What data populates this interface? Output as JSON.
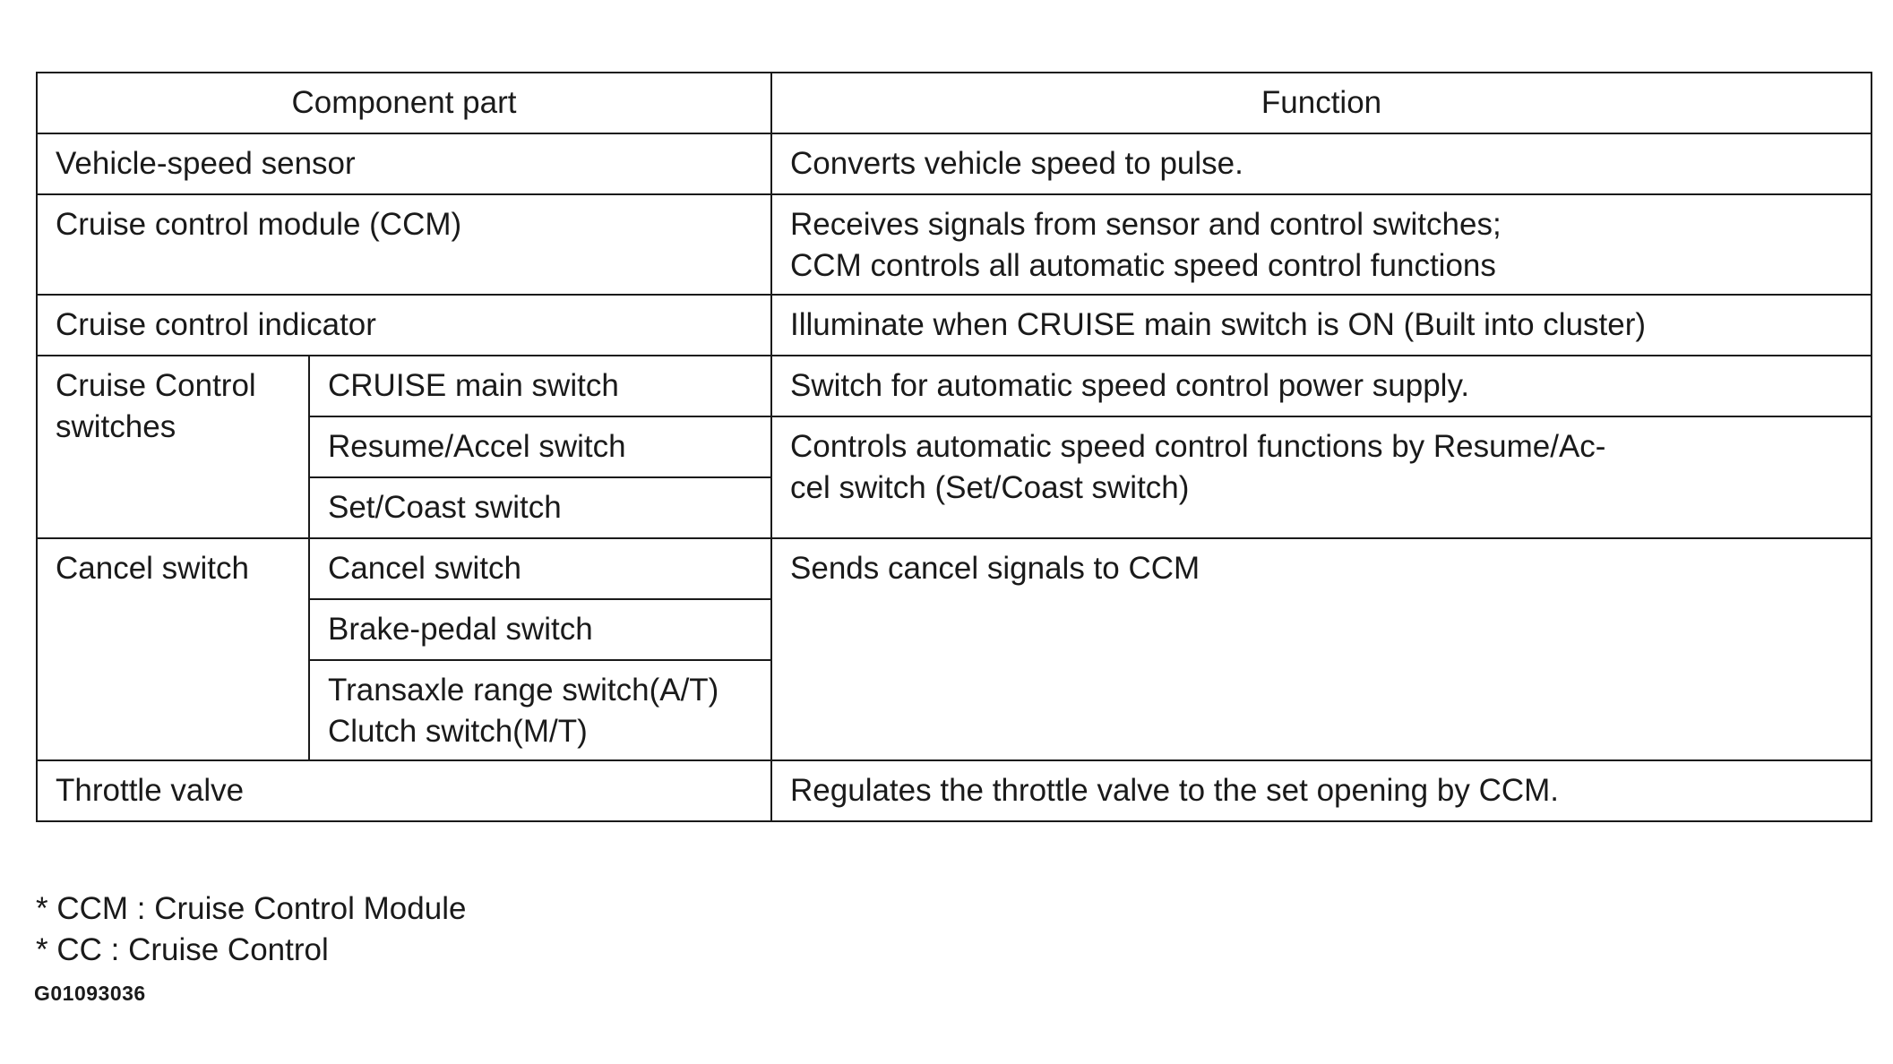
{
  "table": {
    "headers": {
      "component": "Component part",
      "function": "Function"
    },
    "rows": {
      "vehicle_speed_sensor": {
        "part": "Vehicle-speed sensor",
        "function": "Converts vehicle speed to pulse."
      },
      "ccm": {
        "part": "Cruise control module (CCM)",
        "function_line1": "Receives signals from sensor and control switches;",
        "function_line2": "CCM controls all automatic speed control functions"
      },
      "indicator": {
        "part": "Cruise control indicator",
        "function": "Illuminate when CRUISE main switch is ON (Built into cluster)"
      },
      "cc_switches": {
        "group_line1": "Cruise Control",
        "group_line2": "switches",
        "main_switch": "CRUISE main switch",
        "main_switch_function": "Switch for automatic speed control power supply.",
        "resume_switch": "Resume/Accel switch",
        "set_switch": "Set/Coast switch",
        "resume_set_function_line1": "Controls automatic speed control functions by Resume/Ac-",
        "resume_set_function_line2": "cel switch (Set/Coast switch)"
      },
      "cancel": {
        "group": "Cancel switch",
        "cancel_switch": "Cancel switch",
        "brake_switch": "Brake-pedal switch",
        "transaxle_line1": "Transaxle range switch(A/T)",
        "transaxle_line2": "Clutch switch(M/T)",
        "function": "Sends cancel signals to CCM"
      },
      "throttle": {
        "part": "Throttle valve",
        "function": "Regulates the throttle valve to the set opening by CCM."
      }
    }
  },
  "notes": {
    "ccm": "* CCM : Cruise Control Module",
    "cc": "* CC : Cruise Control"
  },
  "figure_code": "G01093036"
}
